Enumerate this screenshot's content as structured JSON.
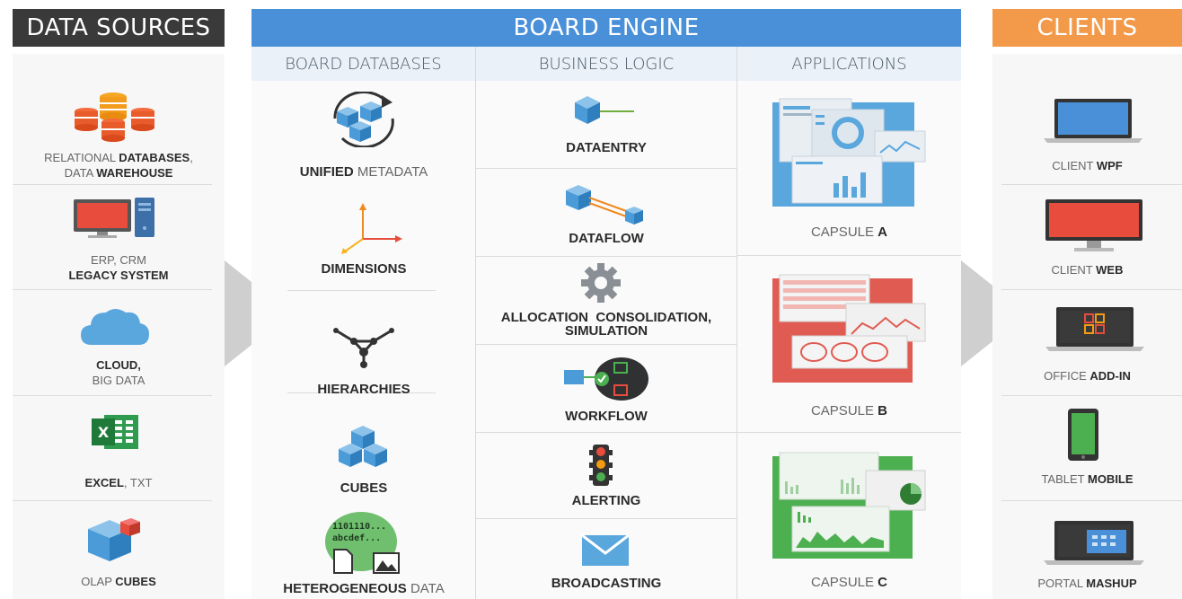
{
  "headers": {
    "data_sources": "DATA SOURCES",
    "board_engine": "BOARD ENGINE",
    "clients": "CLIENTS"
  },
  "subheaders": {
    "board_databases": "BOARD DATABASES",
    "business_logic": "BUSINESS LOGIC",
    "applications": "APPLICATIONS"
  },
  "colors": {
    "data_sources_header": "#3a3a3a",
    "engine_header": "#4a90d9",
    "clients_header": "#f39a4a",
    "subheader_bg": "#eaf1f8",
    "cube_blue": "#4a9bd8",
    "red": "#e74c3c",
    "green": "#4caf50",
    "orange": "#ef7d1f"
  },
  "data_sources": [
    {
      "icon": "database-stack-icon",
      "light1": "RELATIONAL ",
      "bold1": "DATABASES",
      "light2": ",",
      "line2_light": "DATA ",
      "line2_bold": "WAREHOUSE"
    },
    {
      "icon": "desktop-computer-icon",
      "line1": "ERP, CRM",
      "line2": "LEGACY SYSTEM"
    },
    {
      "icon": "cloud-icon",
      "line1": "CLOUD,",
      "line2": "BIG DATA"
    },
    {
      "icon": "excel-icon",
      "bold": "EXCEL",
      "light": ", TXT"
    },
    {
      "icon": "olap-cube-icon",
      "light": "OLAP ",
      "bold": "CUBES"
    }
  ],
  "board_databases": [
    {
      "icon": "unified-metadata-cubes-icon",
      "bold": "UNIFIED",
      "light": "  METADATA"
    },
    {
      "icon": "dimensions-axes-icon",
      "bold": "DIMENSIONS"
    },
    {
      "icon": "hierarchy-tree-icon",
      "bold": "HIERARCHIES"
    },
    {
      "icon": "cubes-icon",
      "bold": "CUBES"
    },
    {
      "icon": "heterogeneous-data-icon",
      "bold": "HETEROGENEOUS",
      "light": "  DATA",
      "bubble_line1": "1101110...",
      "bubble_line2": "abcdef..."
    }
  ],
  "business_logic": [
    {
      "icon": "dataentry-cube-icon",
      "label": "DATAENTRY"
    },
    {
      "icon": "dataflow-cubes-icon",
      "label": "DATAFLOW"
    },
    {
      "icon": "gear-icon",
      "label_line1": "ALLOCATION  CONSOLIDATION,",
      "label_line2": "SIMULATION"
    },
    {
      "icon": "workflow-icon",
      "label": "WORKFLOW"
    },
    {
      "icon": "traffic-light-icon",
      "label": "ALERTING"
    },
    {
      "icon": "envelope-icon",
      "label": "BROADCASTING"
    }
  ],
  "applications": [
    {
      "icon": "capsule-a-dashboard-icon",
      "light": "CAPSULE ",
      "bold": "A"
    },
    {
      "icon": "capsule-b-dashboard-icon",
      "light": "CAPSULE ",
      "bold": "B"
    },
    {
      "icon": "capsule-c-dashboard-icon",
      "light": "CAPSULE ",
      "bold": "C"
    }
  ],
  "clients": [
    {
      "icon": "laptop-blue-icon",
      "light": "CLIENT ",
      "bold": "WPF"
    },
    {
      "icon": "monitor-red-icon",
      "light": "CLIENT ",
      "bold": "WEB"
    },
    {
      "icon": "laptop-office-icon",
      "light": "OFFICE ",
      "bold": "ADD-IN"
    },
    {
      "icon": "tablet-icon",
      "light": "TABLET ",
      "bold": "MOBILE"
    },
    {
      "icon": "laptop-portal-icon",
      "light": "PORTAL ",
      "bold": "MASHUP"
    }
  ]
}
